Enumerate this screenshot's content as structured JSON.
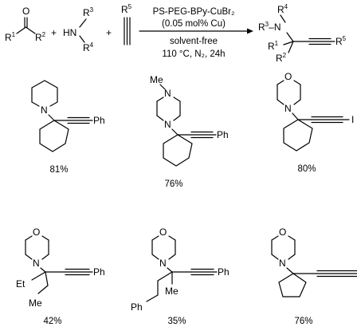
{
  "reaction": {
    "plus": "+",
    "r1": "R",
    "r1_sup": "1",
    "r2": "R",
    "r2_sup": "2",
    "r3": "R",
    "r3_sup": "3",
    "r4": "R",
    "r4_sup": "4",
    "r5": "R",
    "r5_sup": "5",
    "O": "O",
    "HN": "HN",
    "N": "N",
    "dash": "–"
  },
  "conditions": {
    "catalyst": "PS-PEG-BPy-CuBr₂",
    "loading": "(0.05 mol% Cu)",
    "solvent": "solvent-free",
    "temp_atm_time": "110 °C, N₂, 24h"
  },
  "products": [
    {
      "yield": "81%",
      "substituent": "Ph"
    },
    {
      "yield": "76%",
      "substituent": "Ph",
      "extra": "Me"
    },
    {
      "yield": "80%",
      "substituent": "I"
    },
    {
      "yield": "42%",
      "substituent": "Ph",
      "extra1": "Et",
      "extra2": "Me"
    },
    {
      "yield": "35%",
      "substituent": "Ph",
      "extra1": "Me",
      "extra2": "Ph"
    },
    {
      "yield": "76%"
    }
  ],
  "atoms": {
    "N": "N",
    "O": "O"
  }
}
